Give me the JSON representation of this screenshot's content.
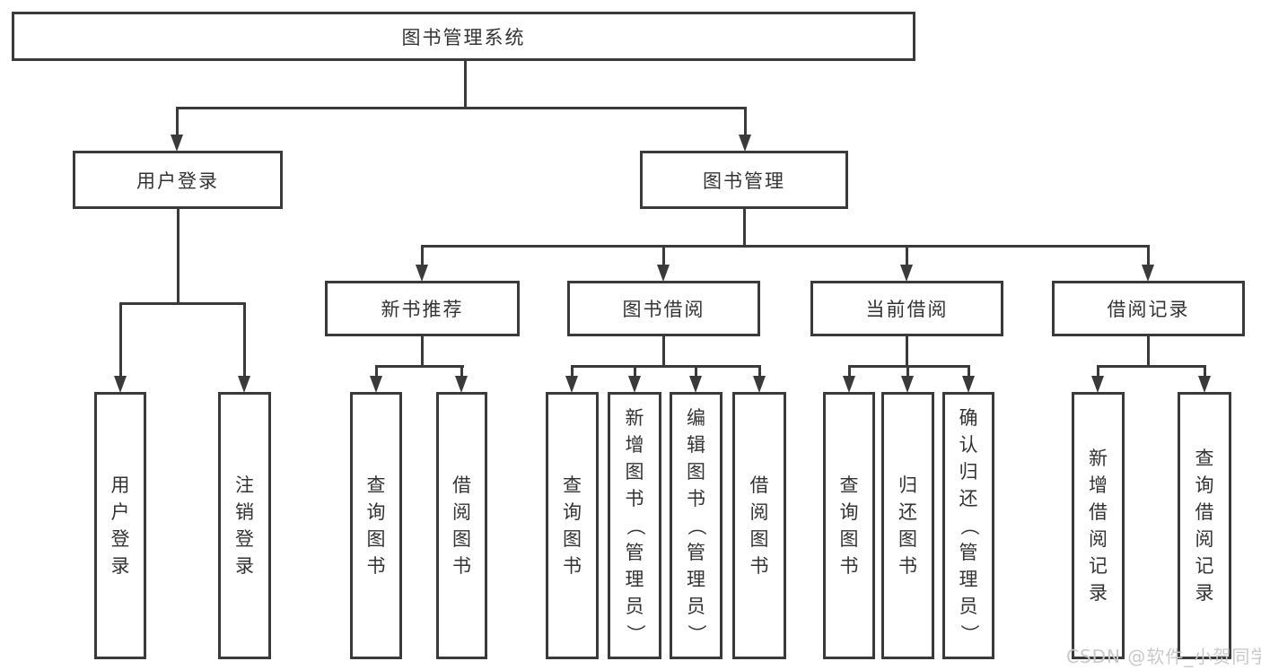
{
  "diagram": {
    "title": "图书管理系统",
    "branches": [
      {
        "label": "用户登录",
        "children": [
          "用户登录",
          "注销登录"
        ]
      },
      {
        "label": "图书管理",
        "groups": [
          {
            "label": "新书推荐",
            "children": [
              "查询图书",
              "借阅图书"
            ]
          },
          {
            "label": "图书借阅",
            "children": [
              "查询图书",
              "新增图书（管理员）",
              "编辑图书（管理员）",
              "借阅图书"
            ]
          },
          {
            "label": "当前借阅",
            "children": [
              "查询图书",
              "归还图书",
              "确认归还（管理员）"
            ]
          },
          {
            "label": "借阅记录",
            "children": [
              "新增借阅记录",
              "查询借阅记录"
            ]
          }
        ]
      }
    ]
  },
  "watermark": "CSDN @软件_小贺同学",
  "colors": {
    "line": "#3a3a3a",
    "text": "#333333",
    "watermark": "#c9c9ca",
    "background": "#ffffff"
  }
}
